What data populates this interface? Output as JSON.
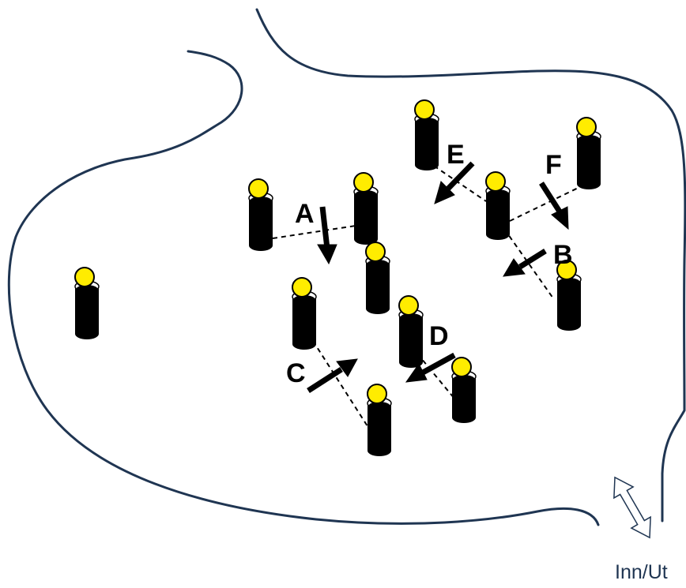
{
  "labels": {
    "a": "A",
    "b": "B",
    "c": "C",
    "d": "D",
    "e": "E",
    "f": "F",
    "entrance": "Inn/Ut"
  },
  "colors": {
    "boundary": "#1f3552",
    "post_body": "#000000",
    "post_cap": "#ffffff",
    "light": "#ffec00",
    "arrow": "#000000"
  },
  "icons": {
    "post": "lamp-post-icon",
    "arrow": "movement-arrow-icon",
    "entrance": "double-headed-arrow-icon"
  }
}
